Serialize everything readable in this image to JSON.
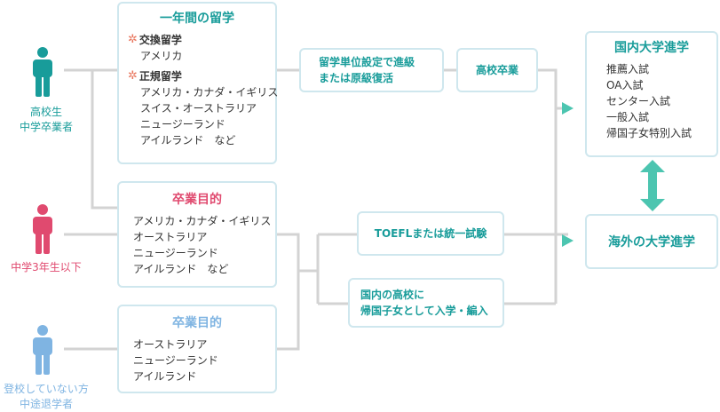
{
  "colors": {
    "teal": "#189c9a",
    "pink": "#e04a6f",
    "light_blue": "#7fb4e2",
    "border": "#cfe7ee",
    "connector": "#d3d3d3",
    "arrow": "#4cc5b0"
  },
  "people": [
    {
      "id": "highschool",
      "icon": "person-icon",
      "color": "#189c9a",
      "lines": [
        "高校生",
        "中学卒業者"
      ]
    },
    {
      "id": "junior",
      "icon": "person-icon",
      "color": "#e04a6f",
      "lines": [
        "中学3年生以下"
      ]
    },
    {
      "id": "dropout",
      "icon": "person-icon",
      "color": "#7fb4e2",
      "lines": [
        "登校していない方",
        "中途退学者"
      ]
    }
  ],
  "study_year": {
    "title": "一年間の留学",
    "exchange": {
      "label": "交換留学",
      "icon": "gear-icon",
      "items": [
        "アメリカ"
      ]
    },
    "regular": {
      "label": "正規留学",
      "icon": "gear-icon",
      "items": [
        "アメリカ・カナダ・イギリス",
        "スイス・オーストラリア",
        "ニュージーランド",
        "アイルランド　など"
      ]
    }
  },
  "graduation_goal_1": {
    "title": "卒業目的",
    "items": [
      "アメリカ・カナダ・イギリス",
      "オーストラリア",
      "ニュージーランド",
      "アイルランド　など"
    ]
  },
  "graduation_goal_2": {
    "title": "卒業目的",
    "items": [
      "オーストラリア",
      "ニュージーランド",
      "アイルランド"
    ]
  },
  "steps": {
    "credit": [
      "留学単位設定で進級",
      "または原級復活"
    ],
    "hs_graduation": "高校卒業",
    "toefl": "TOEFLまたは統一試験",
    "returnee": [
      "国内の高校に",
      "帰国子女として入学・編入"
    ]
  },
  "domestic": {
    "title": "国内大学進学",
    "items": [
      "推薦入試",
      "OA入試",
      "センター入試",
      "一般入試",
      "帰国子女特別入試"
    ]
  },
  "overseas": {
    "title": "海外の大学進学"
  }
}
